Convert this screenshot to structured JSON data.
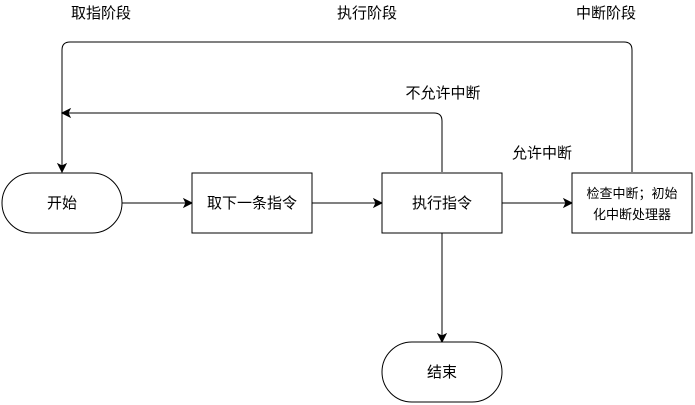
{
  "phases": {
    "fetch": "取指阶段",
    "execute": "执行阶段",
    "interrupt": "中断阶段"
  },
  "nodes": {
    "start": "开始",
    "fetch_next": "取下一条指令",
    "execute": "执行指令",
    "check_interrupt_line1": "检查中断；初始",
    "check_interrupt_line2": "化中断处理器",
    "end": "结束"
  },
  "edge_labels": {
    "no_interrupt": "不允许中断",
    "allow_interrupt": "允许中断"
  }
}
